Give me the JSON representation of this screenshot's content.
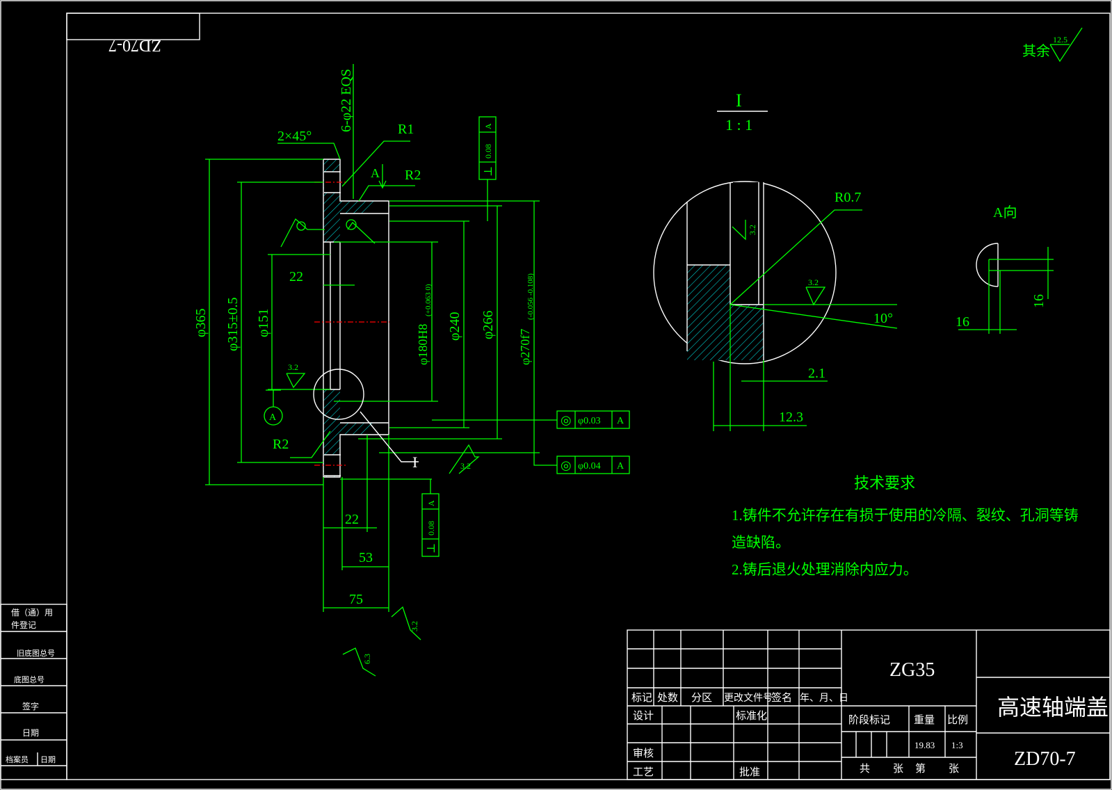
{
  "title_block": {
    "material": "ZG35",
    "part_name": "高速轴端盖",
    "drawing_no": "ZD70-7",
    "mirror_no": "ZD70-7",
    "headers": [
      "标记",
      "处数",
      "分区",
      "更改文件号",
      "签名",
      "年、月、日"
    ],
    "design": "设计",
    "standardize": "标准化",
    "review": "审核",
    "process": "工艺",
    "approve": "批准",
    "stage": "阶段标记",
    "weight_label": "重量",
    "scale_label": "比例",
    "weight": "19.83",
    "scale": "1:3",
    "sheets": [
      "共",
      "张",
      "第",
      "张"
    ]
  },
  "side_block": [
    "借（通）用",
    "件登记",
    "旧底图总号",
    "底图总号",
    "签字",
    "日期",
    "档案员",
    "日期"
  ],
  "roughness_rest": {
    "label": "其余",
    "value": "12.5"
  },
  "dimensions": {
    "holes": "6-φ22 EQS",
    "chamfer": "2×45°",
    "r1": "R1",
    "r2a": "R2",
    "r2b": "R2",
    "d365": "φ365",
    "d315": "φ315±0.5",
    "d151": "φ151",
    "d180": "φ180H8",
    "d180_tol": "(+0.063 0)",
    "d240": "φ240",
    "d266": "φ266",
    "d270": "φ270f7",
    "d270_tol": "(-0.056 -0.108)",
    "w22a": "22",
    "w22b": "22",
    "w53": "53",
    "w75": "75",
    "rough32a": "3.2",
    "rough32b": "3.2",
    "rough32c": "3.2",
    "rough63": "6.3",
    "datum": "A",
    "view_arrow": "A"
  },
  "tolerances": [
    {
      "sym": "⊥",
      "val": "0.08",
      "datum": "A"
    },
    {
      "sym": "◎",
      "val": "φ0.03",
      "datum": "A"
    },
    {
      "sym": "◎",
      "val": "φ0.04",
      "datum": "A"
    },
    {
      "sym": "⊥",
      "val": "0.08",
      "datum": "A"
    }
  ],
  "detail": {
    "label": "I",
    "scale": "1 : 1",
    "r07": "R0.7",
    "rough_a": "3.2",
    "rough_b": "3.2",
    "angle": "10°",
    "d21": "2.1",
    "d123": "12.3",
    "callout": "I"
  },
  "view_a": {
    "label": "A向",
    "d16a": "16",
    "d16b": "16"
  },
  "notes": {
    "heading": "技术要求",
    "line1": "1.铸件不允许存在有损于使用的冷隔、裂纹、孔洞等铸",
    "line1b": "造缺陷。",
    "line2": "2.铸后退火处理消除内应力。"
  }
}
